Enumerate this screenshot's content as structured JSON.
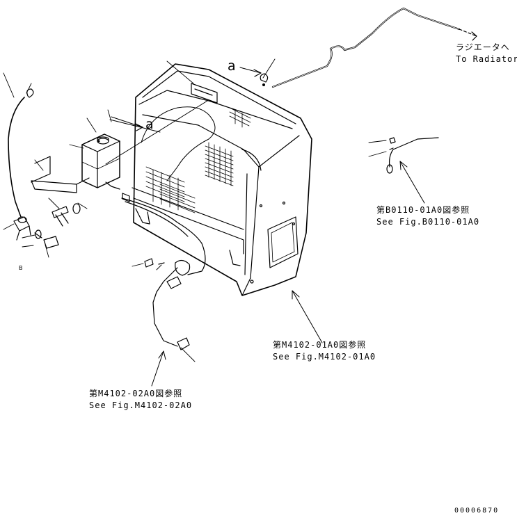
{
  "references": {
    "radiator": {
      "jp": "ラジエータへ",
      "en": "To Radiator"
    },
    "b0110": {
      "jp": "第B0110-01A0図参照",
      "en": "See Fig.B0110-01A0"
    },
    "m4102_01": {
      "jp": "第M4102-01A0図参照",
      "en": "See Fig.M4102-01A0"
    },
    "m4102_02": {
      "jp": "第M4102-02A0図参照",
      "en": "See Fig.M4102-02A0"
    }
  },
  "view_marks": {
    "upper": "a",
    "middle": "a"
  },
  "small_note": "B",
  "drawing_number": "00006870"
}
